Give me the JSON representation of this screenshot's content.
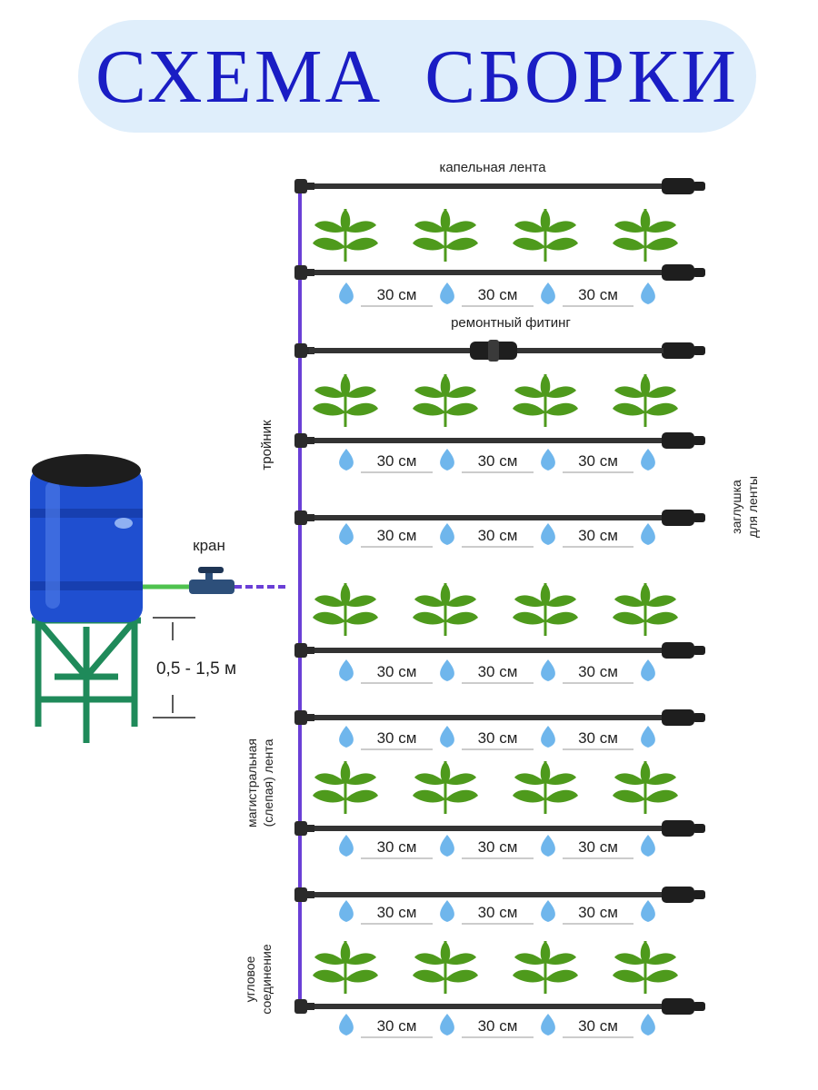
{
  "title": "СХЕМА СБОРКИ",
  "labels": {
    "drip_tape": "капельная лента",
    "repair_fitting": "ремонтный фитинг",
    "tee": "тройник",
    "end_cap_line1": "заглушка",
    "end_cap_line2": "для ленты",
    "valve": "кран",
    "height": "0,5 - 1,5  м",
    "main_line_1": "магистральная",
    "main_line_2": "(слепая) лента",
    "corner_1": "угловое",
    "corner_2": "соединение"
  },
  "spacing_label": "30 см",
  "colors": {
    "title": "#1a1dc4",
    "banner": "#dfeefb",
    "barrel": "#1f4fd0",
    "stand": "#1f8a5a",
    "main_line": "#6a3fd6",
    "tape": "#333333",
    "plant": "#4e9a1c",
    "drop": "#6fb6ec"
  },
  "icons": [
    "water-barrel-icon",
    "stand-icon",
    "valve-icon",
    "plant-icon",
    "water-drop-icon",
    "end-cap-icon",
    "tee-fitting-icon",
    "repair-fitting-icon",
    "corner-fitting-icon"
  ]
}
